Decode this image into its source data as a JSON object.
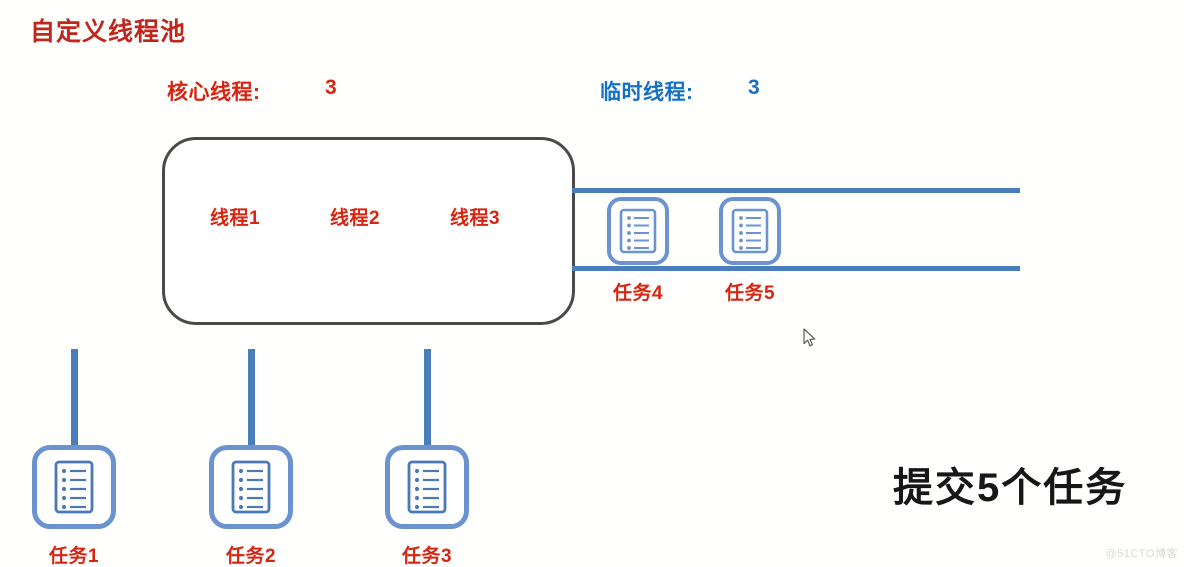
{
  "page": {
    "title": "自定义线程池",
    "background_color": "#ffffff",
    "title_color": "#c0271c"
  },
  "stats": {
    "core": {
      "label": "核心线程:",
      "value": "3",
      "color": "#d62612"
    },
    "temporary": {
      "label": "临时线程:",
      "value": "3",
      "color": "#1470c4"
    }
  },
  "pool": {
    "border_color": "#4a4a4a",
    "threads": [
      {
        "label": "线程1"
      },
      {
        "label": "线程2"
      },
      {
        "label": "线程3"
      }
    ]
  },
  "queue": {
    "rail_color": "#4a7ebb",
    "icon_name": "task-document-icon",
    "tasks": [
      {
        "label": "任务4",
        "icon": "task-document-icon"
      },
      {
        "label": "任务5",
        "icon": "task-document-icon"
      }
    ]
  },
  "submitted": {
    "line_color": "#4a7ebb",
    "chip_color": "#6b93d0",
    "tasks": [
      {
        "label": "任务1",
        "icon": "task-document-icon"
      },
      {
        "label": "任务2",
        "icon": "task-document-icon"
      },
      {
        "label": "任务3",
        "icon": "task-document-icon"
      }
    ]
  },
  "caption": {
    "text": "提交5个任务"
  },
  "watermark": {
    "text": "@51CTO博客"
  }
}
